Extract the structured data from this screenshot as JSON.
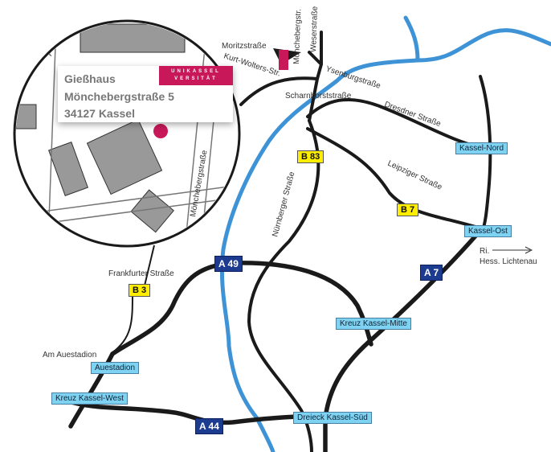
{
  "address": {
    "name": "Gießhaus",
    "street": "Mönchebergstraße 5",
    "city": "34127 Kassel",
    "logo_line1": "UNIKASSEL",
    "logo_line2": "VERSITÄT"
  },
  "streets": {
    "moritz": "Moritzstraße",
    "moenchebergstr": "Mönchebergstr.",
    "weser": "Weserstraße",
    "wolters": "Kurt-Wolters-Str.",
    "ysenburg": "Ysenburgstraße",
    "scharnhorst": "Scharnhorststraße",
    "dresdner": "Dresdner Straße",
    "leipziger": "Leipziger Straße",
    "nuernberger": "Nürnberger Straße",
    "frankfurter": "Frankfurter Straße",
    "am_auestadion": "Am Auestadion",
    "circle_moencheberg": "Mönchebergstraße",
    "circle_am": "Am"
  },
  "exits": {
    "kassel_nord": "Kassel-Nord",
    "kassel_ost": "Kassel-Ost",
    "kreuz_mitte": "Kreuz Kassel-Mitte",
    "auestadion": "Auestadion",
    "kreuz_west": "Kreuz Kassel-West",
    "dreieck_sued": "Dreieck Kassel-Süd"
  },
  "roads": {
    "a49": "A 49",
    "a44": "A 44",
    "a7": "A 7",
    "b83": "B 83",
    "b7": "B 7",
    "b3": "B 3"
  },
  "direction": {
    "line1": "Ri.",
    "line2": "Hess. Lichtenau"
  },
  "colors": {
    "river": "#3d93d6",
    "autobahn": "#1e3c8f",
    "bundesstrasse": "#ffee00",
    "exit": "#7fd3f2",
    "brand": "#c8185a"
  }
}
